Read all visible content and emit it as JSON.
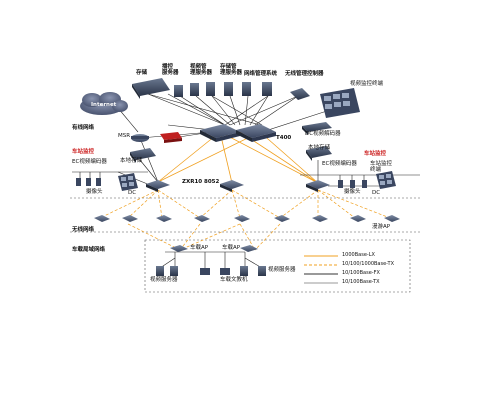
{
  "labels": {
    "internet": "Internet",
    "server_storage": "存储",
    "server_bidding": "播控\n服务器",
    "server_video_proxy": "视频管\n理服务器",
    "server_storage_mgmt": "存储管\n理服务器",
    "server_netmgmt": "网络管理系统",
    "server_wireless_ctrl": "无线管理控制器",
    "monitor_wall": "视频监控终端",
    "msr": "MSR",
    "t400": "T400",
    "dc_decoder": "DC视频解码器",
    "wired_net": "有线网络",
    "local_storage_left": "本地存储",
    "local_storage_right": "本地存储",
    "station_monitor_left": "车站监控",
    "station_monitor_right": "车站监控",
    "ec_encoder_left": "EC视频编码器",
    "ec_encoder_right": "EC视频编码器",
    "station_mon_terminal": "车站监控\n终端",
    "camera_left": "摄像头",
    "dc_left": "DC",
    "camera_right": "摄像头",
    "dc_right": "DC",
    "zxr_label": "ZXR10   8052",
    "wireless_net": "无线网络",
    "ap_right": "漫游AP",
    "vehicle_net": "车载局域网络",
    "vehicle_ap_left": "车载AP",
    "vehicle_ap_right": "车载AP",
    "video_server_left": "视频服务器",
    "video_server_right": "视频服务器",
    "vehicle_pc": "车载文教机"
  },
  "legend": [
    {
      "label": "1000Base-LX",
      "color": "#f0a020",
      "dash": "0"
    },
    {
      "label": "10/100/1000Base-TX",
      "color": "#f0a020",
      "dash": "3,2"
    },
    {
      "label": "10/100Base-FX",
      "color": "#333333",
      "dash": "0"
    },
    {
      "label": "10/100Base-TX",
      "color": "#333333",
      "dash": "0"
    }
  ]
}
